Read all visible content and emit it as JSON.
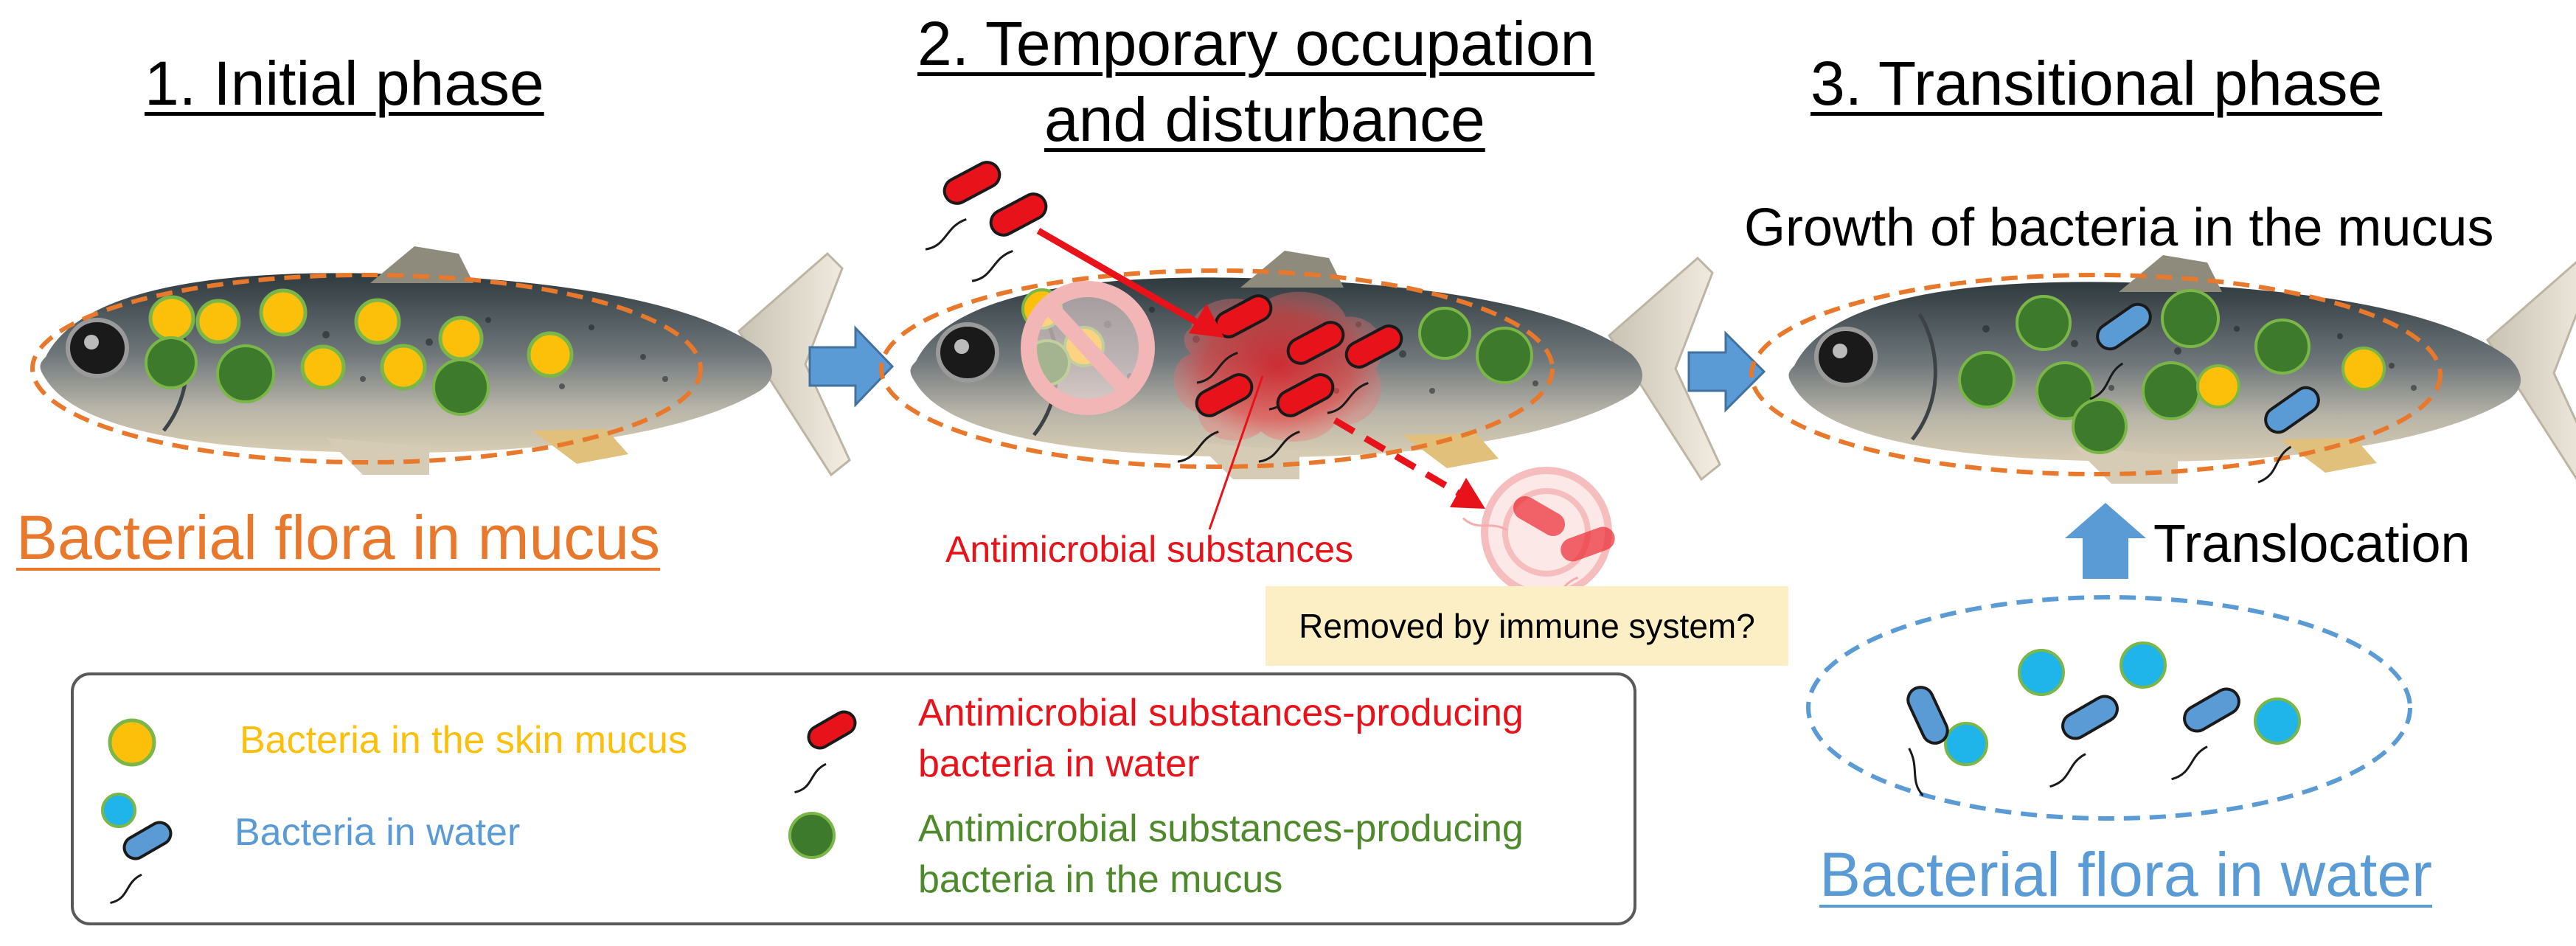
{
  "phases": {
    "phase1": "1. Initial phase",
    "phase2_line1": "2. Temporary occupation",
    "phase2_line2": "and disturbance",
    "phase3": "3. Transitional phase"
  },
  "labels": {
    "growth": "Growth of bacteria in the mucus",
    "mucus_flora": "Bacterial flora in mucus",
    "antimicrobial": "Antimicrobial substances",
    "immune": "Removed by immune system?",
    "translocation": "Translocation",
    "water_flora": "Bacterial flora in water"
  },
  "legend": {
    "skin_mucus": "Bacteria in the skin mucus",
    "water": "Bacteria in water",
    "producing_water_line1": "Antimicrobial substances-producing",
    "producing_water_line2": "bacteria in water",
    "producing_mucus_line1": "Antimicrobial substances-producing",
    "producing_mucus_line2": "bacteria in the mucus"
  },
  "colors": {
    "mucus_bacteria": "#fcc00a",
    "mucus_bacteria_ring": "#7ab648",
    "producing_mucus": "#3d7a2b",
    "water_bacteria": "#1fb5ea",
    "rod_water": "#5b9bd5",
    "rod_red": "#e8121a",
    "orange_accent": "#e8792c",
    "blue_accent": "#5b9bd5",
    "green_text": "#4e8a2c"
  }
}
